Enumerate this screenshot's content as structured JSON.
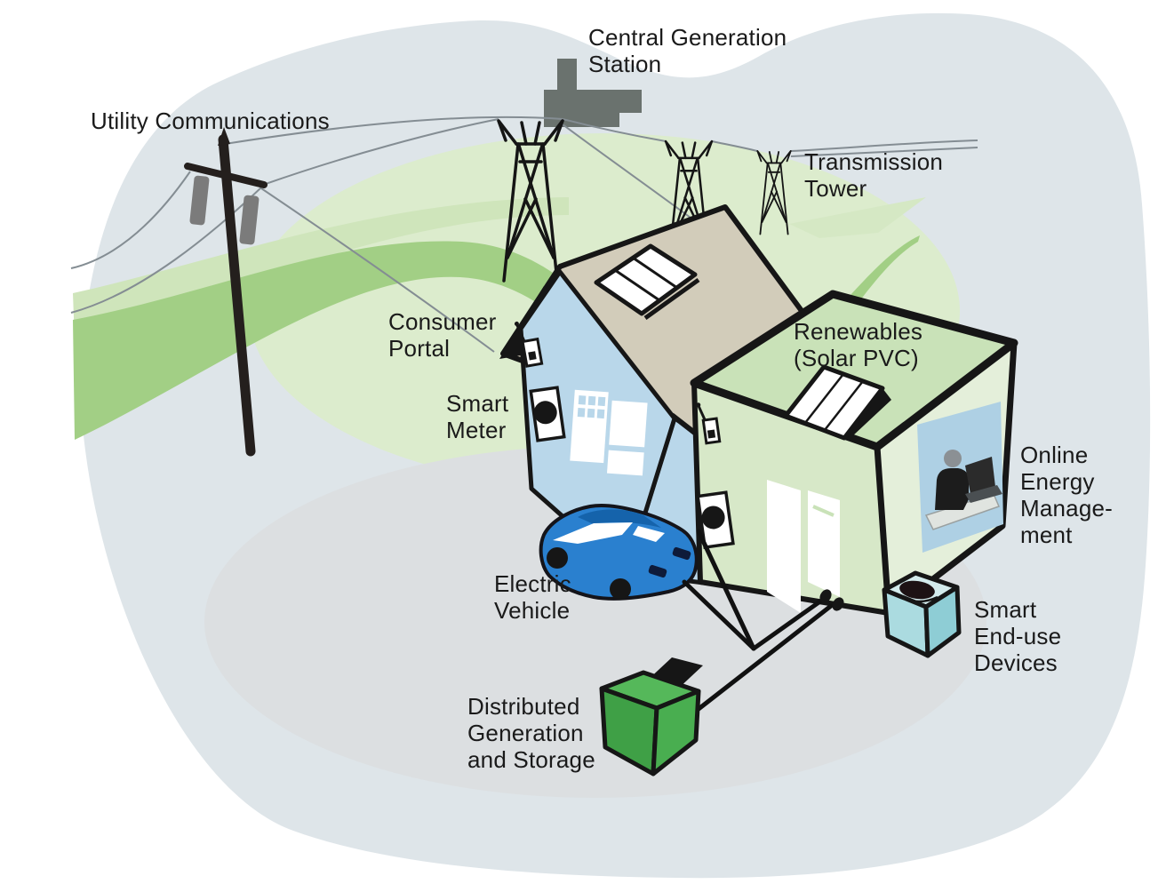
{
  "diagram": {
    "labels": {
      "utility_communications": "Utility Communications",
      "central_generation_station": "Central Generation\nStation",
      "transmission_tower": "Transmission\nTower",
      "consumer_portal": "Consumer\nPortal",
      "smart_meter": "Smart\nMeter",
      "renewables": "Renewables\n(Solar PVC)",
      "online_energy_management": "Online\nEnergy\nManage-\nment",
      "electric_vehicle": "Electric\nVehicle",
      "smart_end_use_devices": "Smart\nEnd-use\nDevices",
      "distributed_generation_and_storage": "Distributed\nGeneration\nand Storage"
    },
    "colors": {
      "background": "#ffffff",
      "canvas_blob": "#dee5e9",
      "hill_pale": "#dceccd",
      "hill_strip": "#cfe5bb",
      "swoosh_green": "#a2cf85",
      "ground_ellipse": "#dcdfe1",
      "power_plant_gray": "#6a726e",
      "pole_brown": "#241f1d",
      "roof_tan": "#d2ccba",
      "house_blue": "#b9d7ea",
      "house_green_top": "#c9e2b8",
      "house_green_wall": "#d7e8c8",
      "house_green_wall_right": "#e4efda",
      "ev_blue": "#2a80cf",
      "storage_green": "#4fb354",
      "device_cyan": "#abdbe0",
      "outline_black": "#161616",
      "wire_gray": "#848d93",
      "text": "#1a1a1a"
    }
  }
}
